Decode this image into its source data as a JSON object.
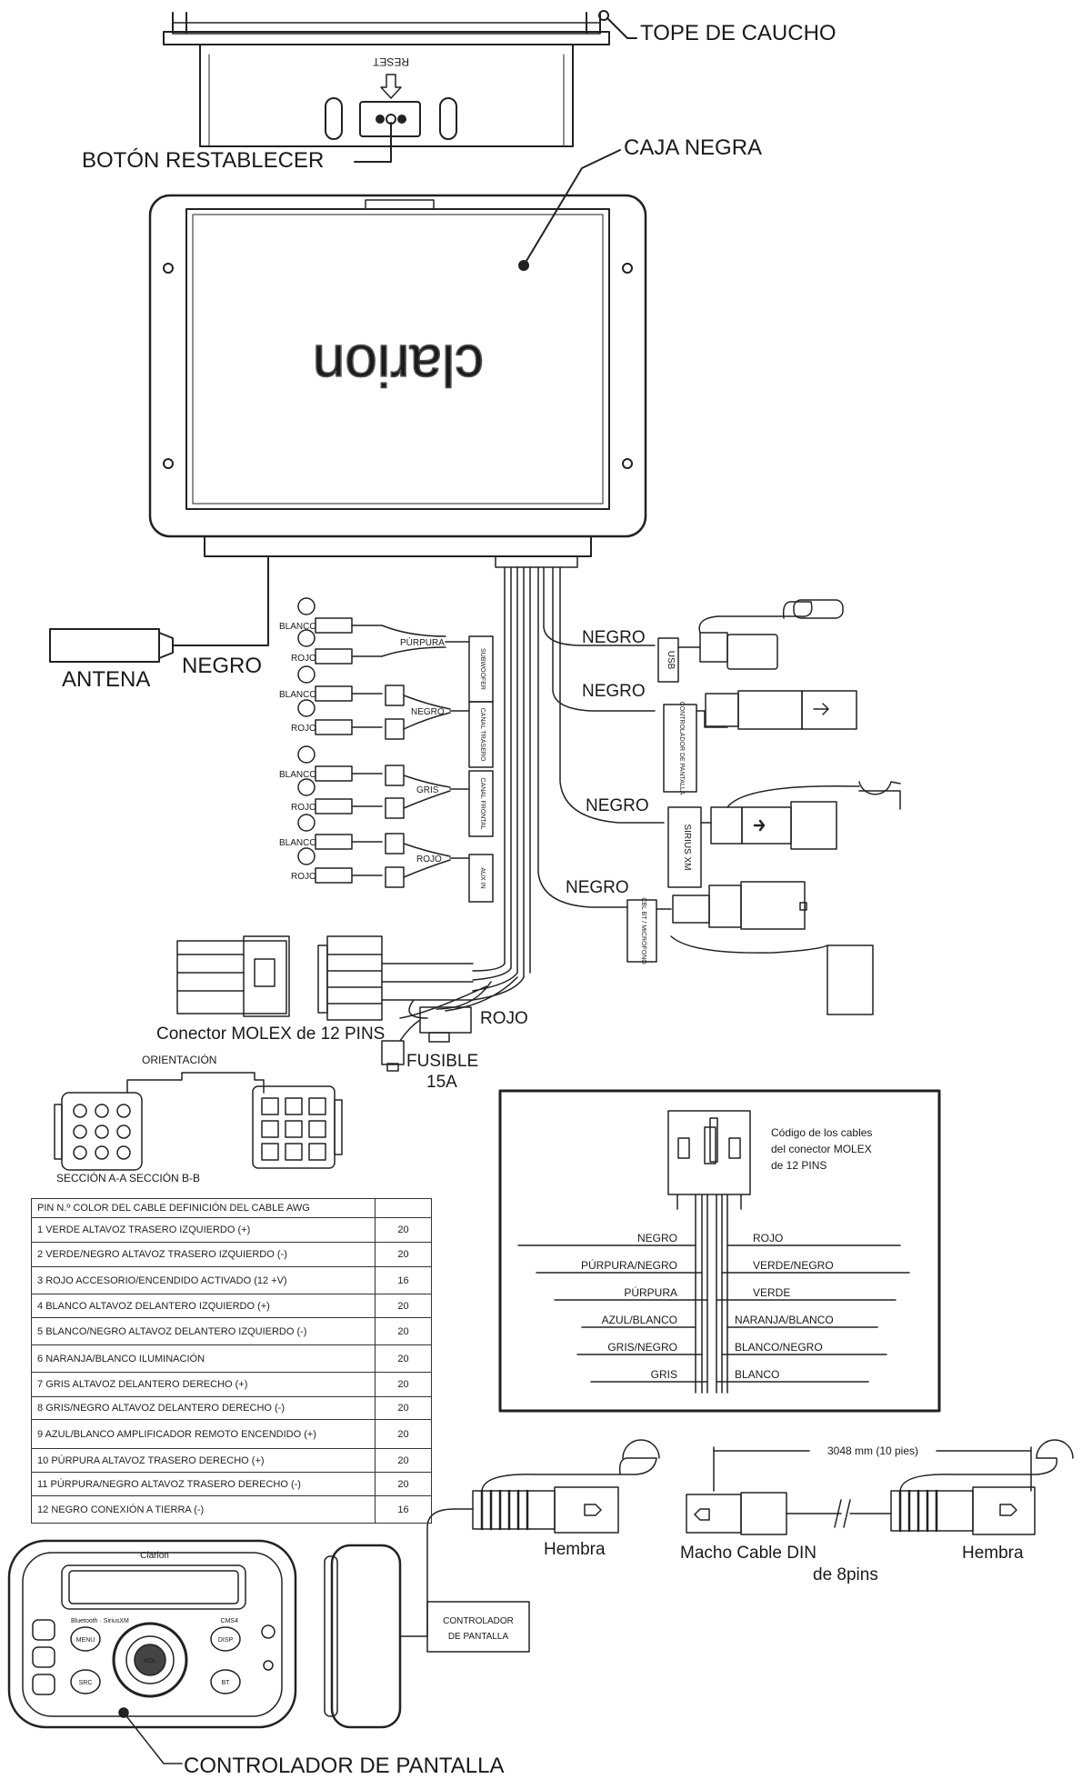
{
  "labels": {
    "rubber_stop": "TOPE DE CAUCHO",
    "reset_button": "BOTÓN RESTABLECER",
    "reset_text": "RESET",
    "black_box": "CAJA NEGRA",
    "brand": "clarion",
    "antenna": "ANTENA",
    "antenna_wire": "NEGRO",
    "molex_connector": "Conector MOLEX de 12 PINS",
    "fuse": "FUSIBLE",
    "fuse_rating": "15A",
    "fuse_wire": "ROJO",
    "orientation": "ORIENTACIÓN",
    "sections": "SECCIÓN A-A SECCIÓN B-B",
    "display_controller_bottom": "CONTROLADOR DE PANTALLA",
    "display_controller_box_1": "CONTROLADOR",
    "display_controller_box_2": "DE PANTALLA",
    "female_1": "Hembra",
    "female_2": "Hembra",
    "male_din_1": "Macho Cable DIN",
    "male_din_2": "de 8pins",
    "cable_length": "3048 mm (10 pies)"
  },
  "rca_channels": [
    {
      "white": "BLANCO",
      "red": "ROJO",
      "color": "PÚRPURA",
      "tag": "SUBWOOFER"
    },
    {
      "white": "BLANCO",
      "red": "ROJO",
      "color": "NEGRO",
      "tag": "CANAL TRASERO"
    },
    {
      "white": "BLANCO",
      "red": "ROJO",
      "color": "GRIS",
      "tag": "CANAL FRONTAL"
    },
    {
      "white": "BLANCO",
      "red": "ROJO",
      "color": "ROJO",
      "tag": "AUX IN"
    }
  ],
  "right_connectors": [
    {
      "wire": "NEGRO",
      "tag": "USB"
    },
    {
      "wire": "NEGRO",
      "tag": "CONTROLADOR DE PANTALLA"
    },
    {
      "wire": "NEGRO",
      "tag": "SIRIUS XM"
    },
    {
      "wire": "NEGRO",
      "tag": "CBL BT / MICRÓFONO"
    }
  ],
  "pin_table": {
    "header": "PIN N.º COLOR DEL CABLE DEFINICIÓN DEL CABLE AWG",
    "rows": [
      {
        "pin": "1",
        "color": "VERDE",
        "def": "ALTAVOZ TRASERO IZQUIERDO (+)",
        "awg": "20"
      },
      {
        "pin": "2",
        "color": "VERDE/NEGRO",
        "def": "ALTAVOZ TRASERO IZQUIERDO (-)",
        "awg": "20"
      },
      {
        "pin": "3",
        "color": "ROJO",
        "def": "ACCESORIO/ENCENDIDO ACTIVADO (12 +V)",
        "awg": "16"
      },
      {
        "pin": "4",
        "color": "BLANCO",
        "def": "ALTAVOZ DELANTERO IZQUIERDO (+)",
        "awg": "20"
      },
      {
        "pin": "5",
        "color": "BLANCO/NEGRO",
        "def": "ALTAVOZ DELANTERO IZQUIERDO (-)",
        "awg": "20"
      },
      {
        "pin": "6",
        "color": "NARANJA/BLANCO",
        "def": "ILUMINACIÓN",
        "awg": "20"
      },
      {
        "pin": "7",
        "color": "GRIS",
        "def": "ALTAVOZ DELANTERO DERECHO (+)",
        "awg": "20"
      },
      {
        "pin": "8",
        "color": "GRIS/NEGRO",
        "def": "ALTAVOZ DELANTERO DERECHO (-)",
        "awg": "20"
      },
      {
        "pin": "9",
        "color": "AZUL/BLANCO",
        "def": "AMPLIFICADOR REMOTO ENCENDIDO (+)",
        "awg": "20"
      },
      {
        "pin": "10",
        "color": "PÚRPURA",
        "def": "ALTAVOZ TRASERO DERECHO (+)",
        "awg": "20"
      },
      {
        "pin": "11",
        "color": "PÚRPURA/NEGRO",
        "def": "ALTAVOZ TRASERO DERECHO (-)",
        "awg": "20"
      },
      {
        "pin": "12",
        "color": "NEGRO",
        "def": "CONEXIÓN A TIERRA (-)",
        "awg": "16"
      }
    ]
  },
  "molex_code": {
    "caption_1": "Código de los cables",
    "caption_2": "del conector MOLEX",
    "caption_3": "de 12 PINS",
    "left": [
      "NEGRO",
      "PÚRPURA/NEGRO",
      "PÚRPURA",
      "AZUL/BLANCO",
      "GRIS/NEGRO",
      "GRIS"
    ],
    "right": [
      "ROJO",
      "VERDE/NEGRO",
      "VERDE",
      "NARANJA/BLANCO",
      "BLANCO/NEGRO",
      "BLANCO"
    ]
  },
  "controller_face": {
    "brand": "Clarion",
    "sub": "Bluetooth · SiriusXM",
    "model": "CMS4",
    "buttons": [
      "MENU",
      "DISP",
      "SRC",
      "BT",
      "VOL"
    ]
  }
}
